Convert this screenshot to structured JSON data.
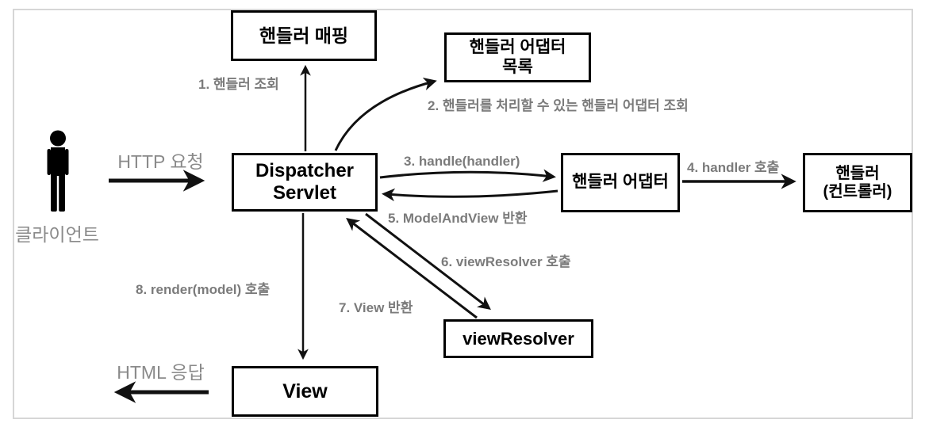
{
  "nodes": {
    "handler_mapping": "핸들러 매핑",
    "handler_adapter_list_line1": "핸들러 어댑터",
    "handler_adapter_list_line2": "목록",
    "dispatcher_line1": "Dispatcher",
    "dispatcher_line2": "Servlet",
    "handler_adapter": "핸들러 어댑터",
    "handler_line1": "핸들러",
    "handler_line2": "(컨트롤러)",
    "view_resolver": "viewResolver",
    "view": "View"
  },
  "actor": {
    "label": "클라이언트",
    "icon": "person-icon"
  },
  "flow_labels": {
    "step1": "1. 핸들러 조회",
    "step2": "2. 핸들러를 처리할 수 있는 핸들러 어댑터 조회",
    "step3": "3. handle(handler)",
    "step4": "4. handler 호출",
    "step5": "5. ModelAndView 반환",
    "step6": "6. viewResolver 호출",
    "step7": "7. View 반환",
    "step8": "8. render(model) 호출",
    "http_request": "HTTP 요청",
    "html_response": "HTML 응답"
  },
  "colors": {
    "box_border": "#000000",
    "step_label_gray": "#7b7b7b",
    "light_label_gray": "#8a8a8a",
    "frame_border": "#d6d6d6",
    "arrow": "#111111",
    "background": "#ffffff"
  }
}
